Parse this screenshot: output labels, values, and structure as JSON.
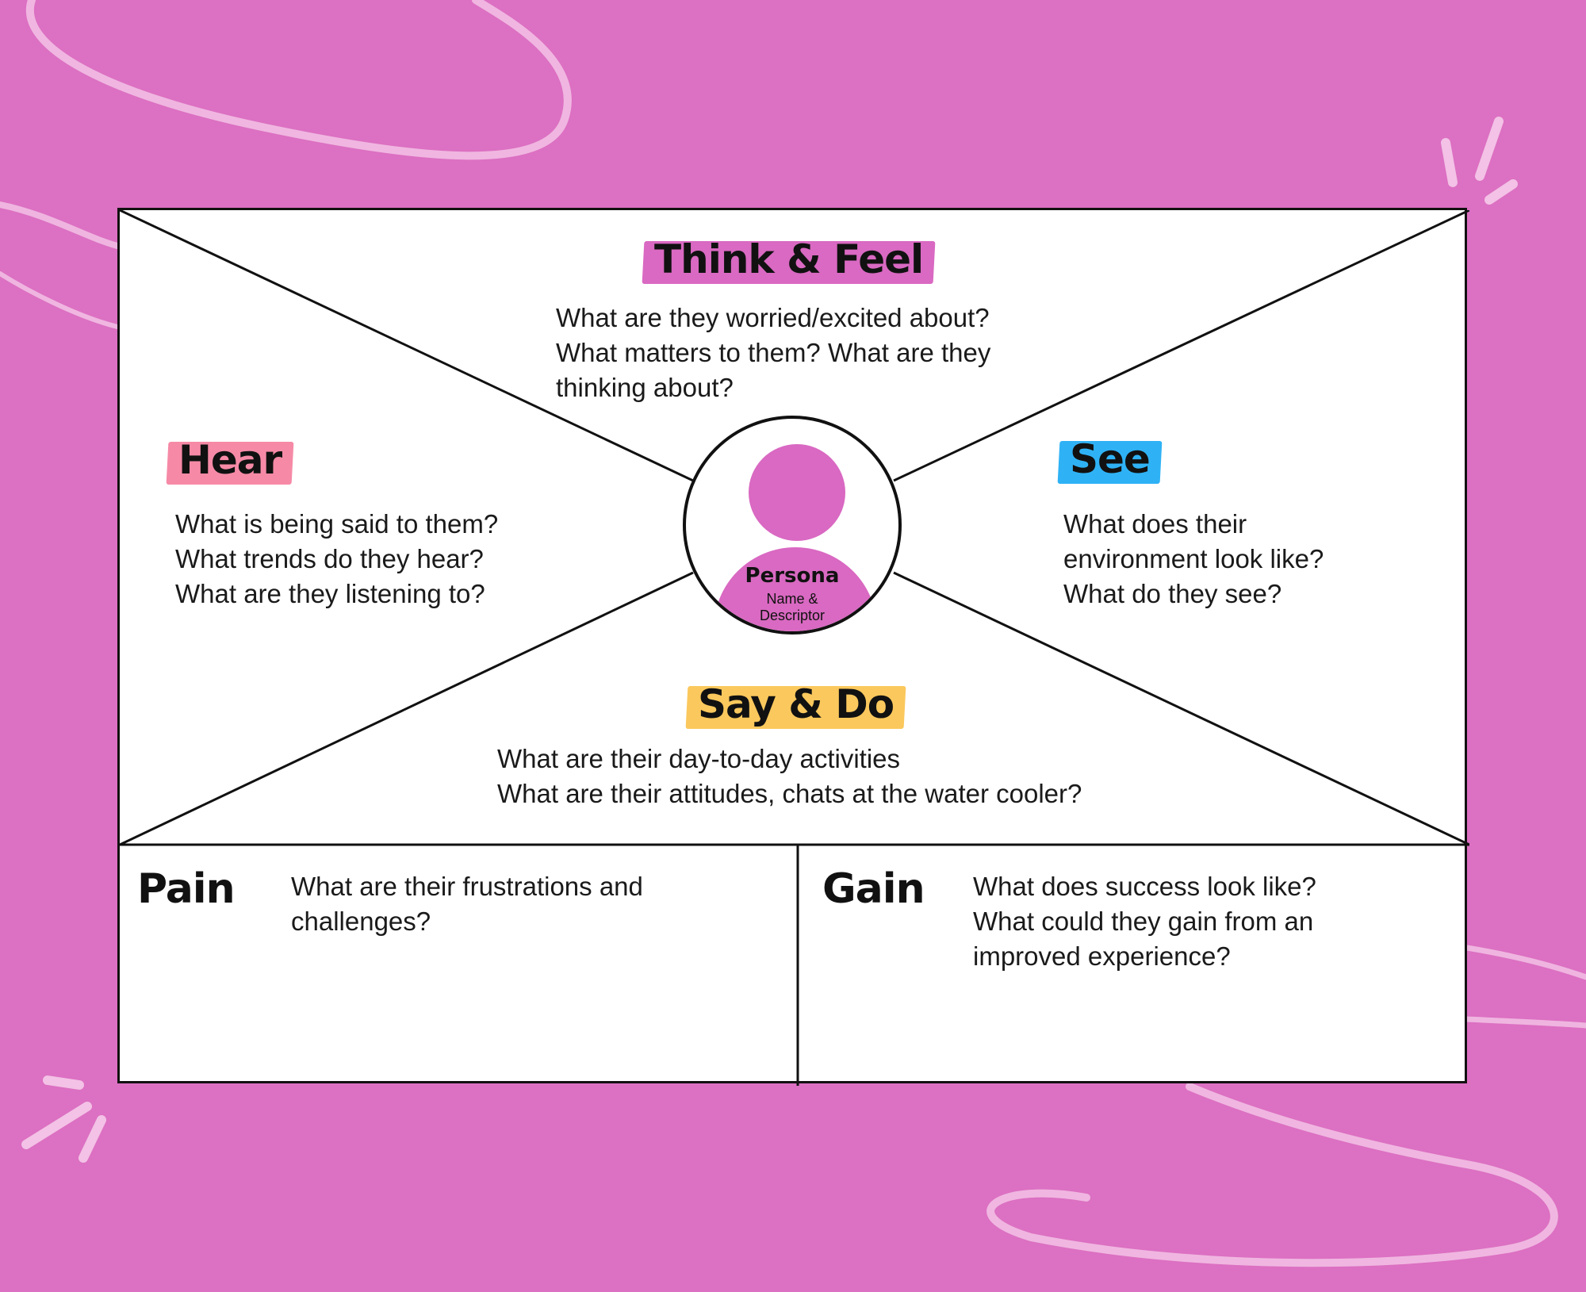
{
  "colors": {
    "background": "#dc70c2",
    "think_feel_highlight": "#d969c2",
    "hear_highlight": "#f68aa6",
    "see_highlight": "#2fb2f5",
    "say_do_highlight": "#fbc85d",
    "persona_fill": "#d969c2"
  },
  "think_feel": {
    "title": "Think & Feel",
    "lines": [
      "What are they worried/excited about?",
      "What matters to them? What are they",
      "thinking about?"
    ]
  },
  "hear": {
    "title": "Hear",
    "lines": [
      "What is being said to them?",
      "What trends do they hear?",
      "What are they listening to?"
    ]
  },
  "see": {
    "title": "See",
    "lines": [
      "What does their",
      "environment look like?",
      "What do they see?"
    ]
  },
  "say_do": {
    "title": "Say & Do",
    "lines": [
      "What are their day-to-day activities",
      "What are their attitudes, chats at the water cooler?"
    ]
  },
  "persona": {
    "name": "Persona",
    "descriptor": "Name & Descriptor"
  },
  "pain": {
    "title": "Pain",
    "lines": [
      "What are their frustrations and",
      "challenges?"
    ]
  },
  "gain": {
    "title": "Gain",
    "lines": [
      "What does success look like?",
      "What could they gain from an",
      "improved experience?"
    ]
  }
}
